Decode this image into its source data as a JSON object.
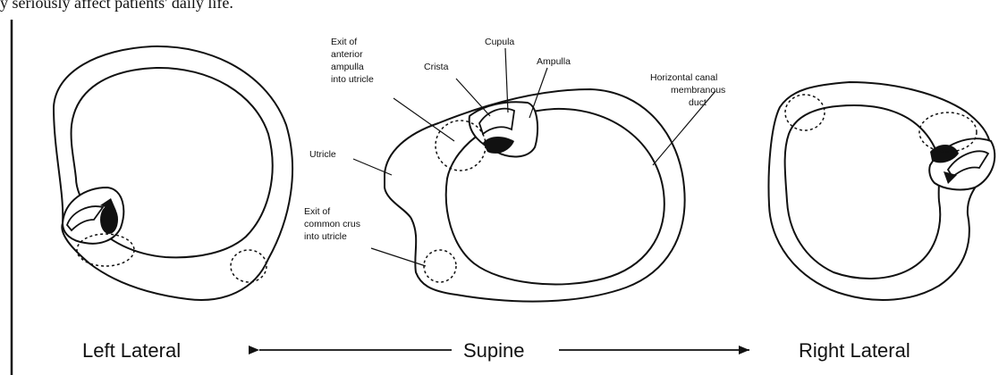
{
  "caption_fragment": "y seriously affect patients' daily life.",
  "labels": {
    "exit_anterior": [
      "Exit of",
      "anterior",
      "ampulla",
      "into utricle"
    ],
    "crista": "Crista",
    "cupula": "Cupula",
    "ampulla": "Ampulla",
    "horizontal_canal": [
      "Horizontal canal",
      "membranous",
      "duct"
    ],
    "utricle": "Utricle",
    "exit_common": [
      "Exit of",
      "common crus",
      "into utricle"
    ]
  },
  "positions": {
    "left": "Left Lateral",
    "center": "Supine",
    "right": "Right Lateral"
  }
}
